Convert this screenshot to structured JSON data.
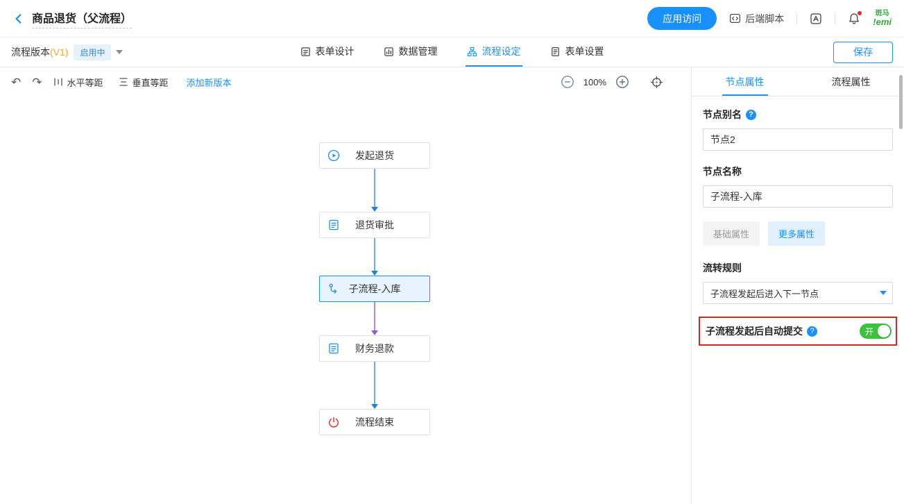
{
  "header": {
    "title": "商品退货（父流程）",
    "app_access_button": "应用访问",
    "backend_script_label": "后端脚本",
    "logo_line1": "斑马",
    "logo_line2": "!emi"
  },
  "toolbar": {
    "version_label": "流程版本",
    "version_number": "(V1)",
    "status_badge": "启用中",
    "save_button": "保存",
    "tabs": [
      {
        "label": "表单设计",
        "active": false
      },
      {
        "label": "数据管理",
        "active": false
      },
      {
        "label": "流程设定",
        "active": true
      },
      {
        "label": "表单设置",
        "active": false
      }
    ]
  },
  "canvas_toolbar": {
    "horizontal_equal": "水平等距",
    "vertical_equal": "垂直等距",
    "add_new_version": "添加新版本",
    "zoom_level": "100%"
  },
  "icons": {
    "undo": "↶",
    "redo": "↷",
    "help": "?"
  },
  "flow": {
    "nodes": [
      {
        "label": "发起退货",
        "type": "start"
      },
      {
        "label": "退货审批",
        "type": "approval"
      },
      {
        "label": "子流程-入库",
        "type": "subprocess",
        "selected": true
      },
      {
        "label": "财务退款",
        "type": "approval"
      },
      {
        "label": "流程结束",
        "type": "end"
      }
    ]
  },
  "panel": {
    "tab_node": "节点属性",
    "tab_process": "流程属性",
    "node_alias_label": "节点别名",
    "node_alias_value": "节点2",
    "node_name_label": "节点名称",
    "node_name_value": "子流程-入库",
    "basic_props": "基础属性",
    "more_props": "更多属性",
    "flow_rule_label": "流转规则",
    "flow_rule_value": "子流程发起后进入下一节点",
    "auto_submit_label": "子流程发起后自动提交",
    "toggle_on": "开"
  },
  "colors": {
    "accent": "#1890ff",
    "toggle_green": "#3ec13e",
    "highlight_red": "#dd2020",
    "arrow_blue": "#64aef1",
    "arrow_purple": "#b685ea",
    "brand_green": "#2fae3f"
  }
}
